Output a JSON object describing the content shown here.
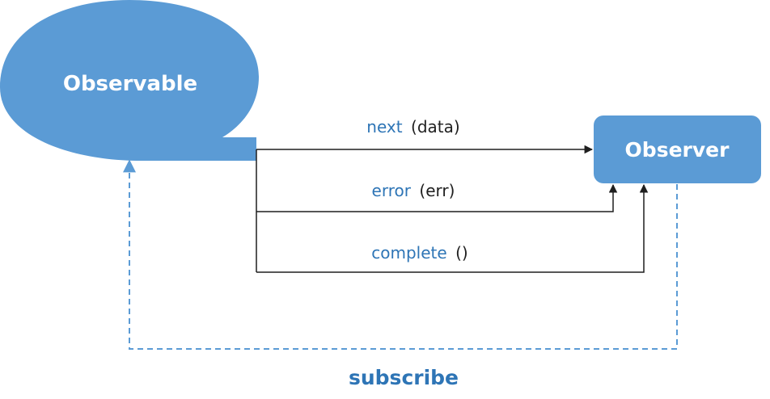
{
  "diagram": {
    "nodes": {
      "observable": {
        "label": "Observable"
      },
      "observer": {
        "label": "Observer"
      }
    },
    "edges": {
      "next": {
        "keyword": "next",
        "args": "(data)"
      },
      "error": {
        "keyword": "error",
        "args": "(err)"
      },
      "complete": {
        "keyword": "complete",
        "args": "()"
      },
      "subscribe": {
        "label": "subscribe"
      }
    }
  },
  "colors": {
    "node_fill": "#5b9bd5",
    "keyword_text": "#2e75b6",
    "arg_text": "#1f1f1f",
    "edge_line": "#1f1f1f",
    "subscribe_line": "#5b9bd5",
    "subscribe_text": "#2e75b6"
  }
}
